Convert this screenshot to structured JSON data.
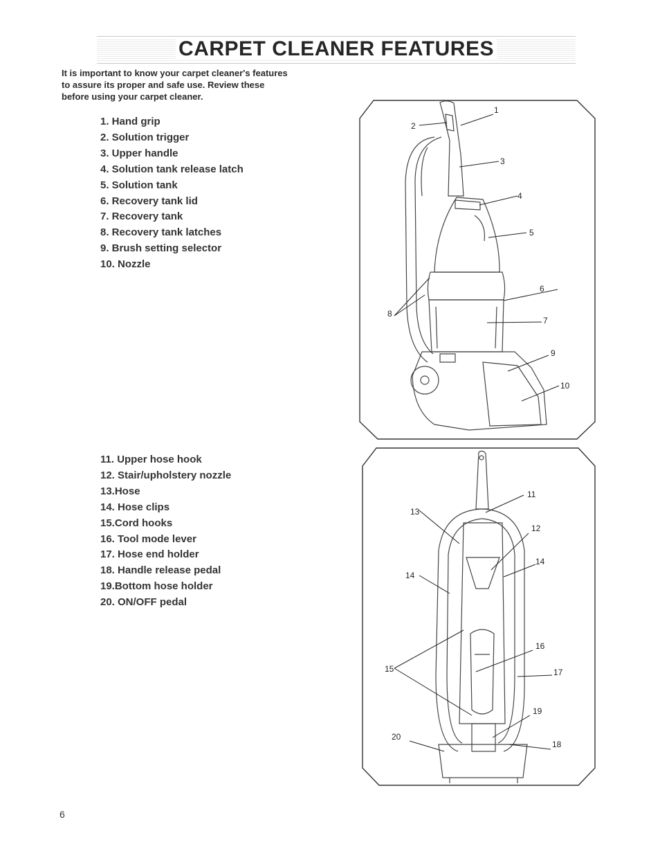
{
  "title": "CARPET CLEANER FEATURES",
  "intro": [
    "It is important to know your carpet cleaner's features",
    "to assure its proper and safe use. Review these",
    "before using your carpet cleaner."
  ],
  "features_front": [
    "1. Hand grip",
    "2. Solution trigger",
    "3. Upper handle",
    "4. Solution tank release latch",
    "5. Solution tank",
    "6. Recovery tank lid",
    "7. Recovery tank",
    "8. Recovery tank latches",
    "9. Brush setting selector",
    "10. Nozzle"
  ],
  "features_back": [
    "11. Upper hose hook",
    "12. Stair/upholstery nozzle",
    "13.Hose",
    "14. Hose clips",
    "15.Cord hooks",
    "16. Tool mode lever",
    "17. Hose end holder",
    "18. Handle release pedal",
    "19.Bottom hose holder",
    "20. ON/OFF pedal"
  ],
  "callouts_front": [
    "1",
    "2",
    "3",
    "4",
    "5",
    "6",
    "7",
    "8",
    "9",
    "10"
  ],
  "callouts_back": [
    "11",
    "12",
    "13",
    "14",
    "14",
    "15",
    "16",
    "17",
    "18",
    "19",
    "20"
  ],
  "page_number": "6"
}
